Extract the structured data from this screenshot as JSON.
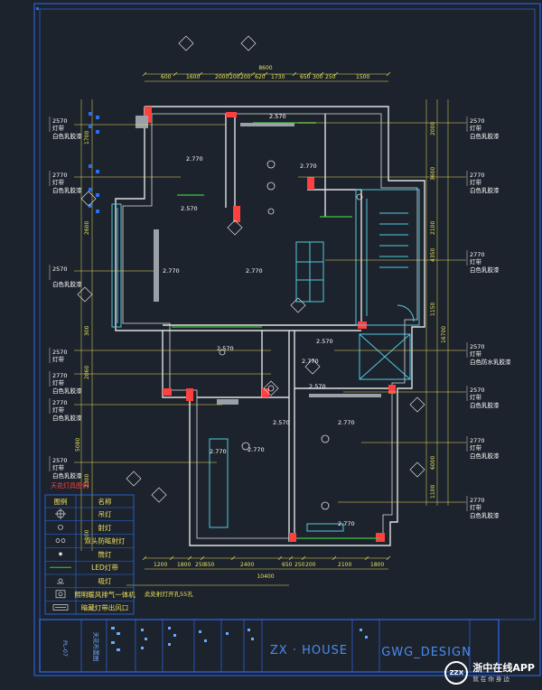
{
  "drawing": {
    "overall_top_dim": "8600",
    "top_dims": [
      "600",
      "1600",
      "2000",
      "200",
      "200",
      "620",
      "1730",
      "650",
      "300",
      "250",
      "1500"
    ],
    "bottom_dims": [
      "1200",
      "1800",
      "250",
      "650",
      "2400",
      "650",
      "250",
      "200",
      "2100",
      "1800"
    ],
    "overall_bottom_dim": "10400",
    "left_dims": [
      "1700",
      "2600",
      "300",
      "2060",
      "5080",
      "2300",
      "100"
    ],
    "right_dims": [
      "2000",
      "3600",
      "2100",
      "4350",
      "1150",
      "16700",
      "6000",
      "1100"
    ],
    "elevations": [
      "2.570",
      "2.770",
      "2.770",
      "2.570",
      "2.770",
      "2.570",
      "2.770",
      "2.770",
      "2.570",
      "2.570",
      "2.770",
      "2.570",
      "2.770",
      "2.770",
      "2.770"
    ]
  },
  "left_tags": [
    {
      "elev": "2570",
      "code": "灯带",
      "note": "白色乳胶漆"
    },
    {
      "elev": "2770",
      "code": "灯带",
      "note": "白色乳胶漆"
    },
    {
      "elev": "2570",
      "code": "",
      "note": "白色乳胶漆"
    },
    {
      "elev": "2570",
      "code": "灯带",
      "note": ""
    },
    {
      "elev": "2770",
      "code": "灯带",
      "note": "白色乳胶漆"
    },
    {
      "elev": "2770",
      "code": "灯带",
      "note": "白色乳胶漆"
    },
    {
      "elev": "2570",
      "code": "灯带",
      "note": "白色乳胶漆"
    }
  ],
  "right_tags": [
    {
      "elev": "2570",
      "code": "灯带",
      "note": "白色乳胶漆"
    },
    {
      "elev": "2770",
      "code": "灯带",
      "note": "白色乳胶漆"
    },
    {
      "elev": "2770",
      "code": "灯带",
      "note": "白色乳胶漆"
    },
    {
      "elev": "2570",
      "code": "灯带",
      "note": "白色防水乳胶漆"
    },
    {
      "elev": "2570",
      "code": "灯带",
      "note": "白色乳胶漆"
    },
    {
      "elev": "2770",
      "code": "灯带",
      "note": "白色乳胶漆"
    },
    {
      "elev": "2770",
      "code": "灯带",
      "note": "白色乳胶漆"
    }
  ],
  "legend": {
    "heading": "天花灯具图例",
    "col_symbol": "图例",
    "col_name": "名称",
    "rows": [
      "吊灯",
      "射灯",
      "双头防眩射灯",
      "筒灯",
      "LED灯带",
      "吸灯",
      "照明暖风排气一体机",
      "暗藏灯带出风口"
    ]
  },
  "note_bottom": "此处射灯开孔55孔",
  "title_block": {
    "drawing_name": "天花布置图",
    "sheet_no": "PL-07",
    "project": "ZX · HOUSE",
    "designer": "GWG_DESIGN"
  },
  "watermark": {
    "name": "浙中在线APP",
    "sub": "就在你身边",
    "logo": "ZZX"
  },
  "colors": {
    "background": "#1c232c",
    "frame": "#2b5fd6",
    "wall": "#e0e0e0",
    "dimension": "#e8e05a",
    "leader": "#f0e060",
    "accent_red": "#ff4040",
    "green": "#3fc63f",
    "cyan": "#53c8e0"
  }
}
